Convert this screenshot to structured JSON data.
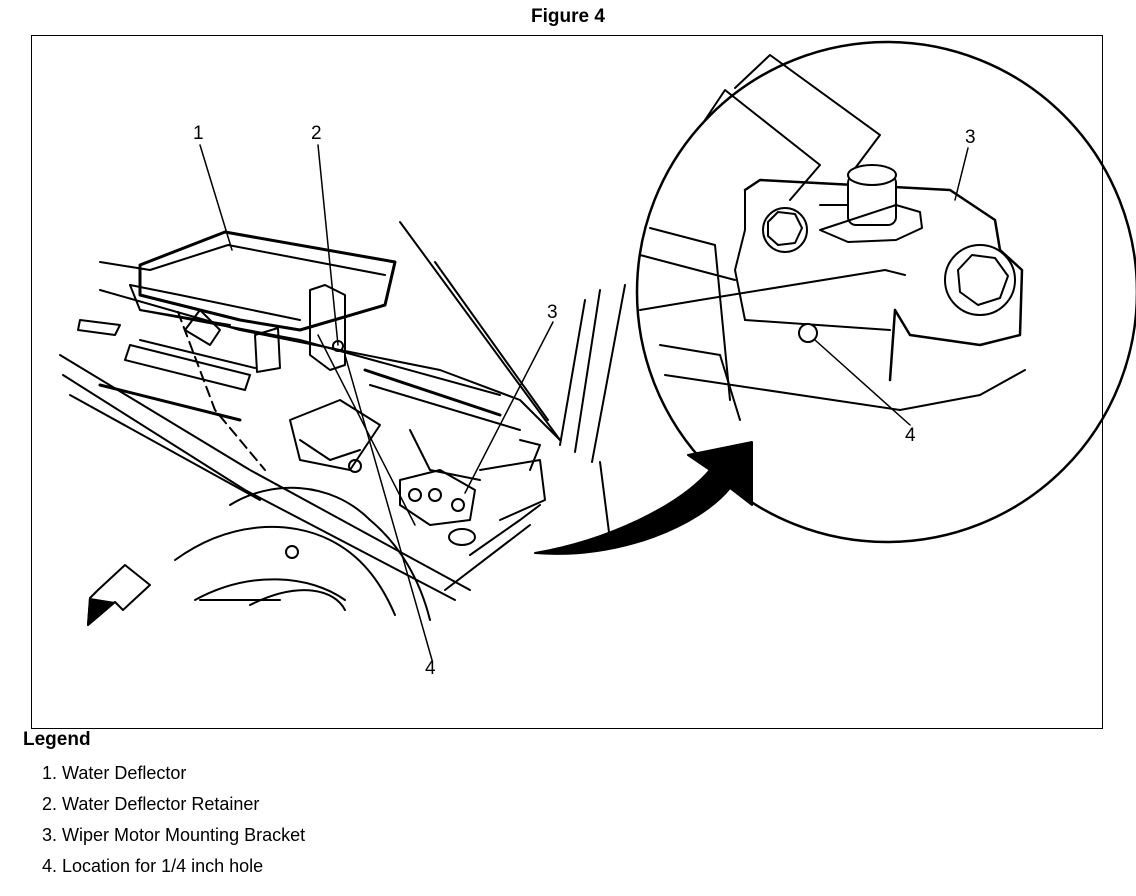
{
  "figure": {
    "title": "Figure 4"
  },
  "callouts": {
    "main_1": "1",
    "main_2": "2",
    "main_3": "3",
    "main_4": "4",
    "detail_3": "3",
    "detail_4": "4"
  },
  "legend": {
    "title": "Legend",
    "items": [
      "1. Water Deflector",
      "2. Water Deflector Retainer",
      "3. Wiper Motor Mounting Bracket",
      "4. Location for 1/4 inch hole"
    ]
  }
}
